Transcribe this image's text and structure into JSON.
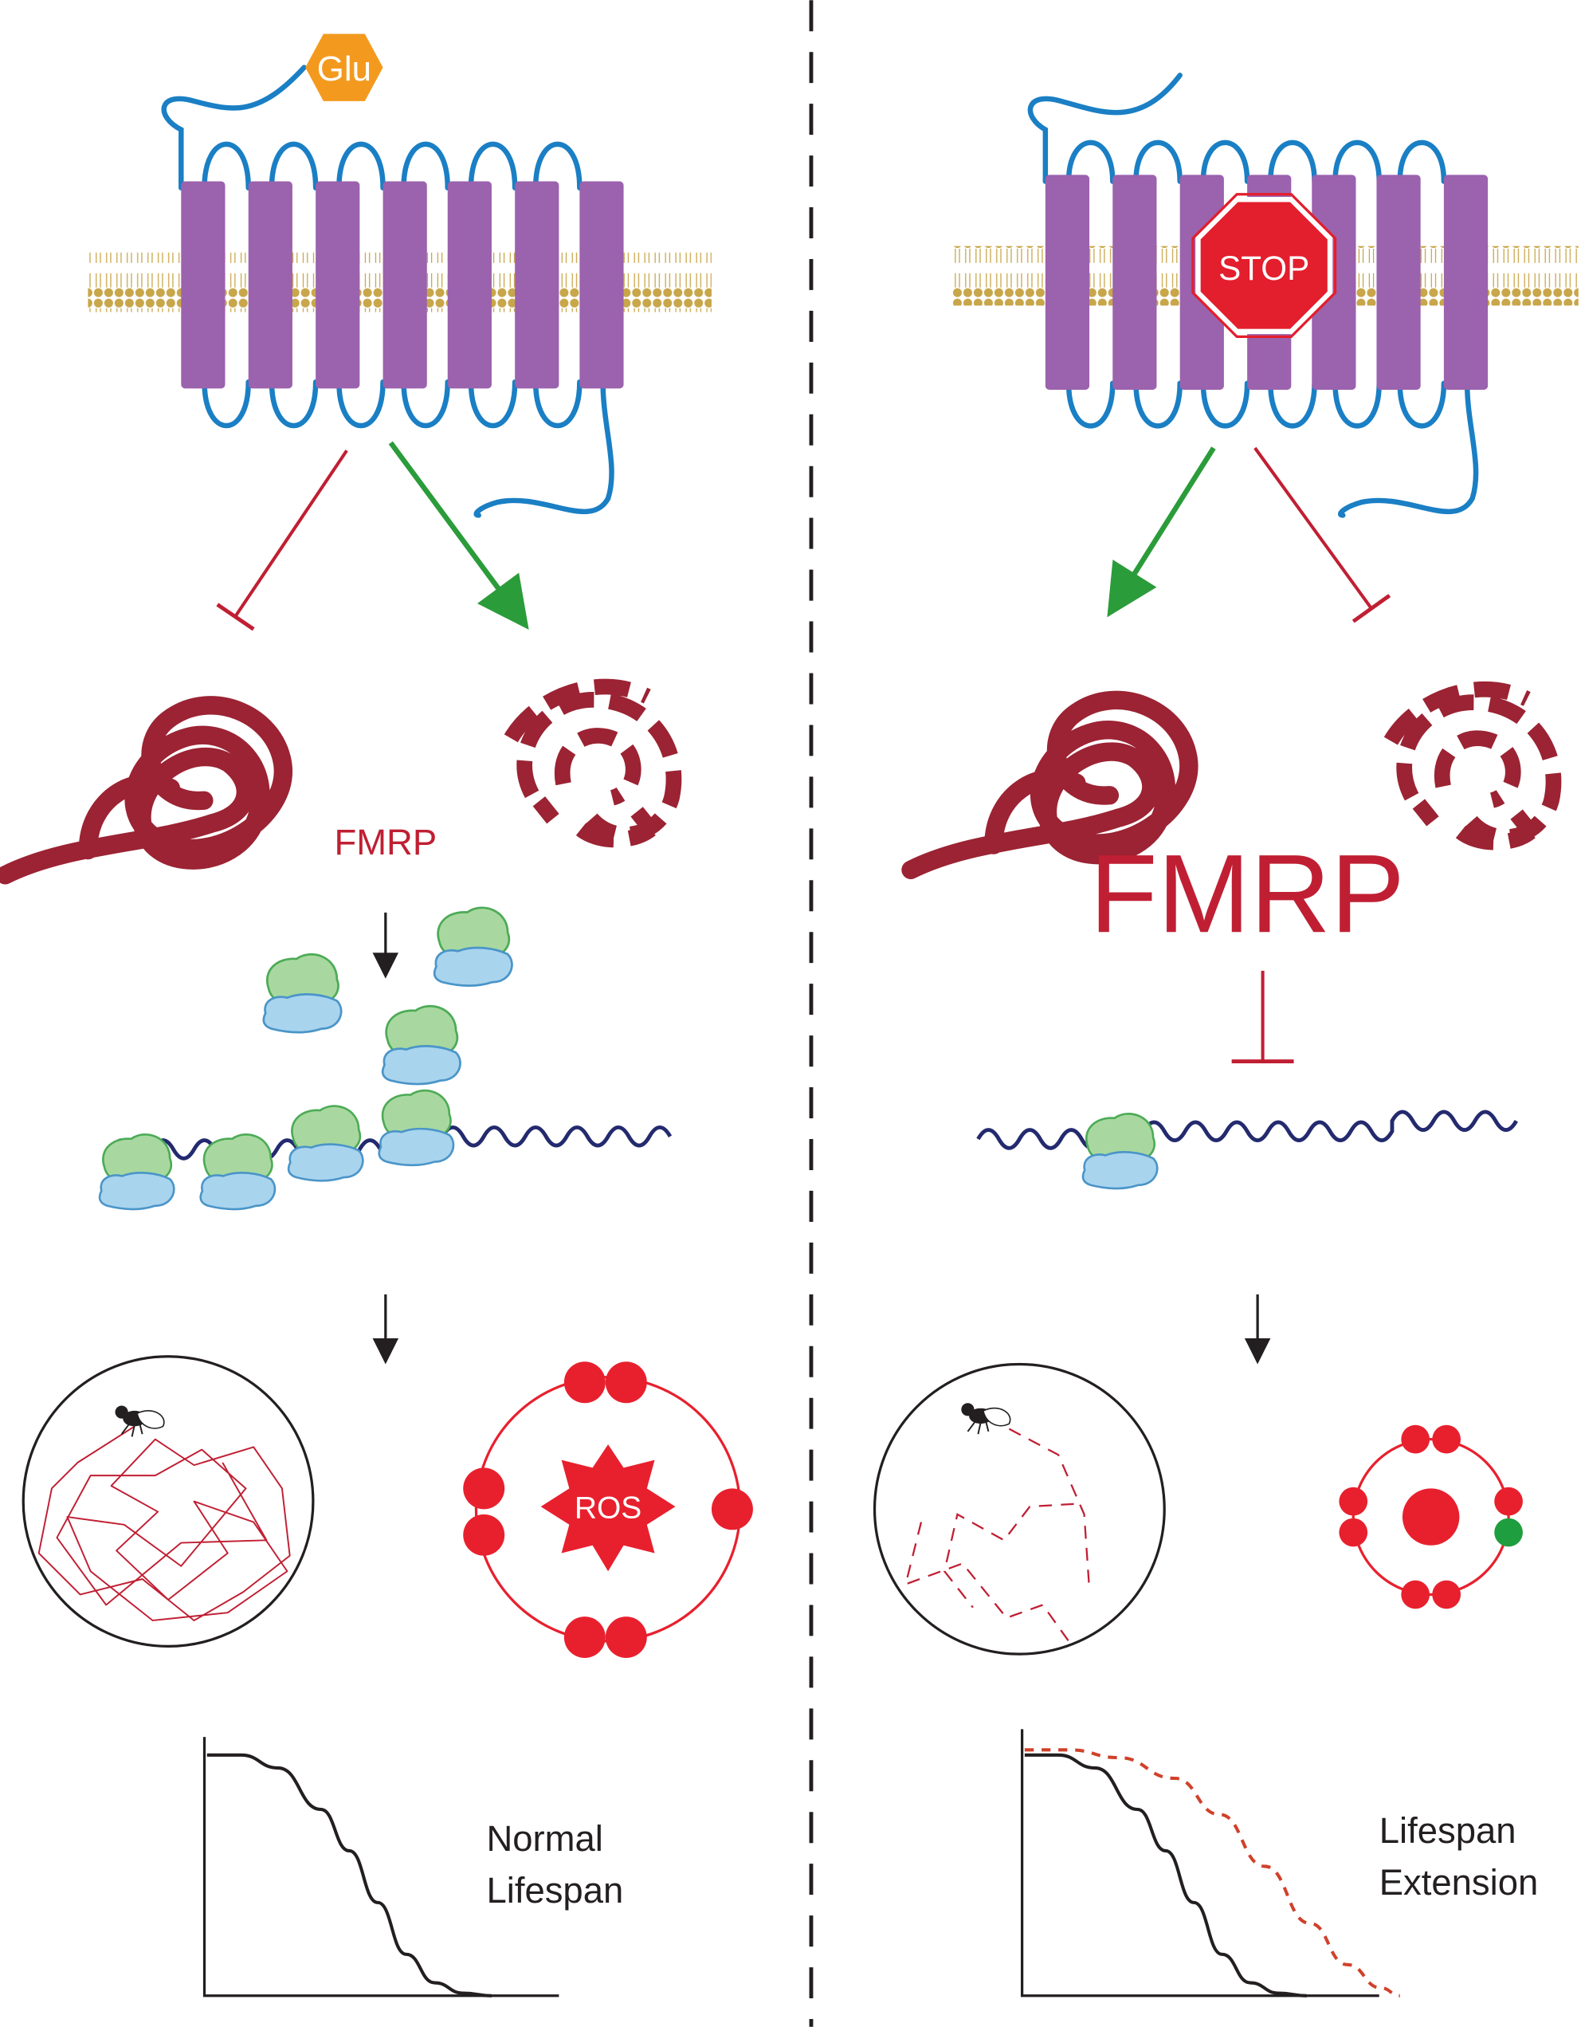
{
  "labels": {
    "glutamate": "Glu",
    "stop": "STOP",
    "fmrp_left": "FMRP",
    "fmrp_right": "FMRP",
    "ros": "ROS",
    "normal_line1": "Normal",
    "normal_line2": "Lifespan",
    "extension_line1": "Lifespan",
    "extension_line2": "Extension"
  },
  "colors": {
    "receptor": "#9b62ad",
    "loop": "#1a7fc4",
    "membrane": "#c8a64a",
    "glu": "#f39a1e",
    "stop": "#e31e2d",
    "inhibit": "#c01f33",
    "activate": "#2b9c3a",
    "mrna": "#9b2333",
    "ribo_top": "#a8d8a0",
    "ribo_bottom": "#a9d4ee",
    "strand": "#232a6e",
    "ros": "#e8202e",
    "electron_green": "#1e9e3e",
    "text": "#231f20"
  },
  "chart_data": [
    {
      "type": "line",
      "title": "",
      "xlabel": "",
      "ylabel": "",
      "series": [
        {
          "x": [
            0,
            0.12,
            0.25,
            0.4,
            0.5,
            0.6,
            0.7,
            0.8,
            0.9,
            1.0
          ],
          "y": [
            0.93,
            0.93,
            0.88,
            0.72,
            0.56,
            0.36,
            0.16,
            0.05,
            0.01,
            0.0
          ]
        }
      ]
    },
    {
      "type": "line",
      "title": "",
      "xlabel": "",
      "ylabel": "",
      "series": [
        {
          "x": [
            0,
            0.12,
            0.25,
            0.4,
            0.5,
            0.6,
            0.7,
            0.8,
            0.9,
            1.0
          ],
          "y": [
            0.93,
            0.93,
            0.88,
            0.72,
            0.56,
            0.36,
            0.16,
            0.05,
            0.01,
            0.0
          ]
        },
        {
          "x": [
            0,
            0.12,
            0.25,
            0.4,
            0.52,
            0.64,
            0.76,
            0.86,
            0.95,
            1.0
          ],
          "y": [
            0.95,
            0.95,
            0.92,
            0.84,
            0.7,
            0.5,
            0.28,
            0.12,
            0.03,
            0.0
          ],
          "style": "dashed"
        }
      ]
    }
  ]
}
